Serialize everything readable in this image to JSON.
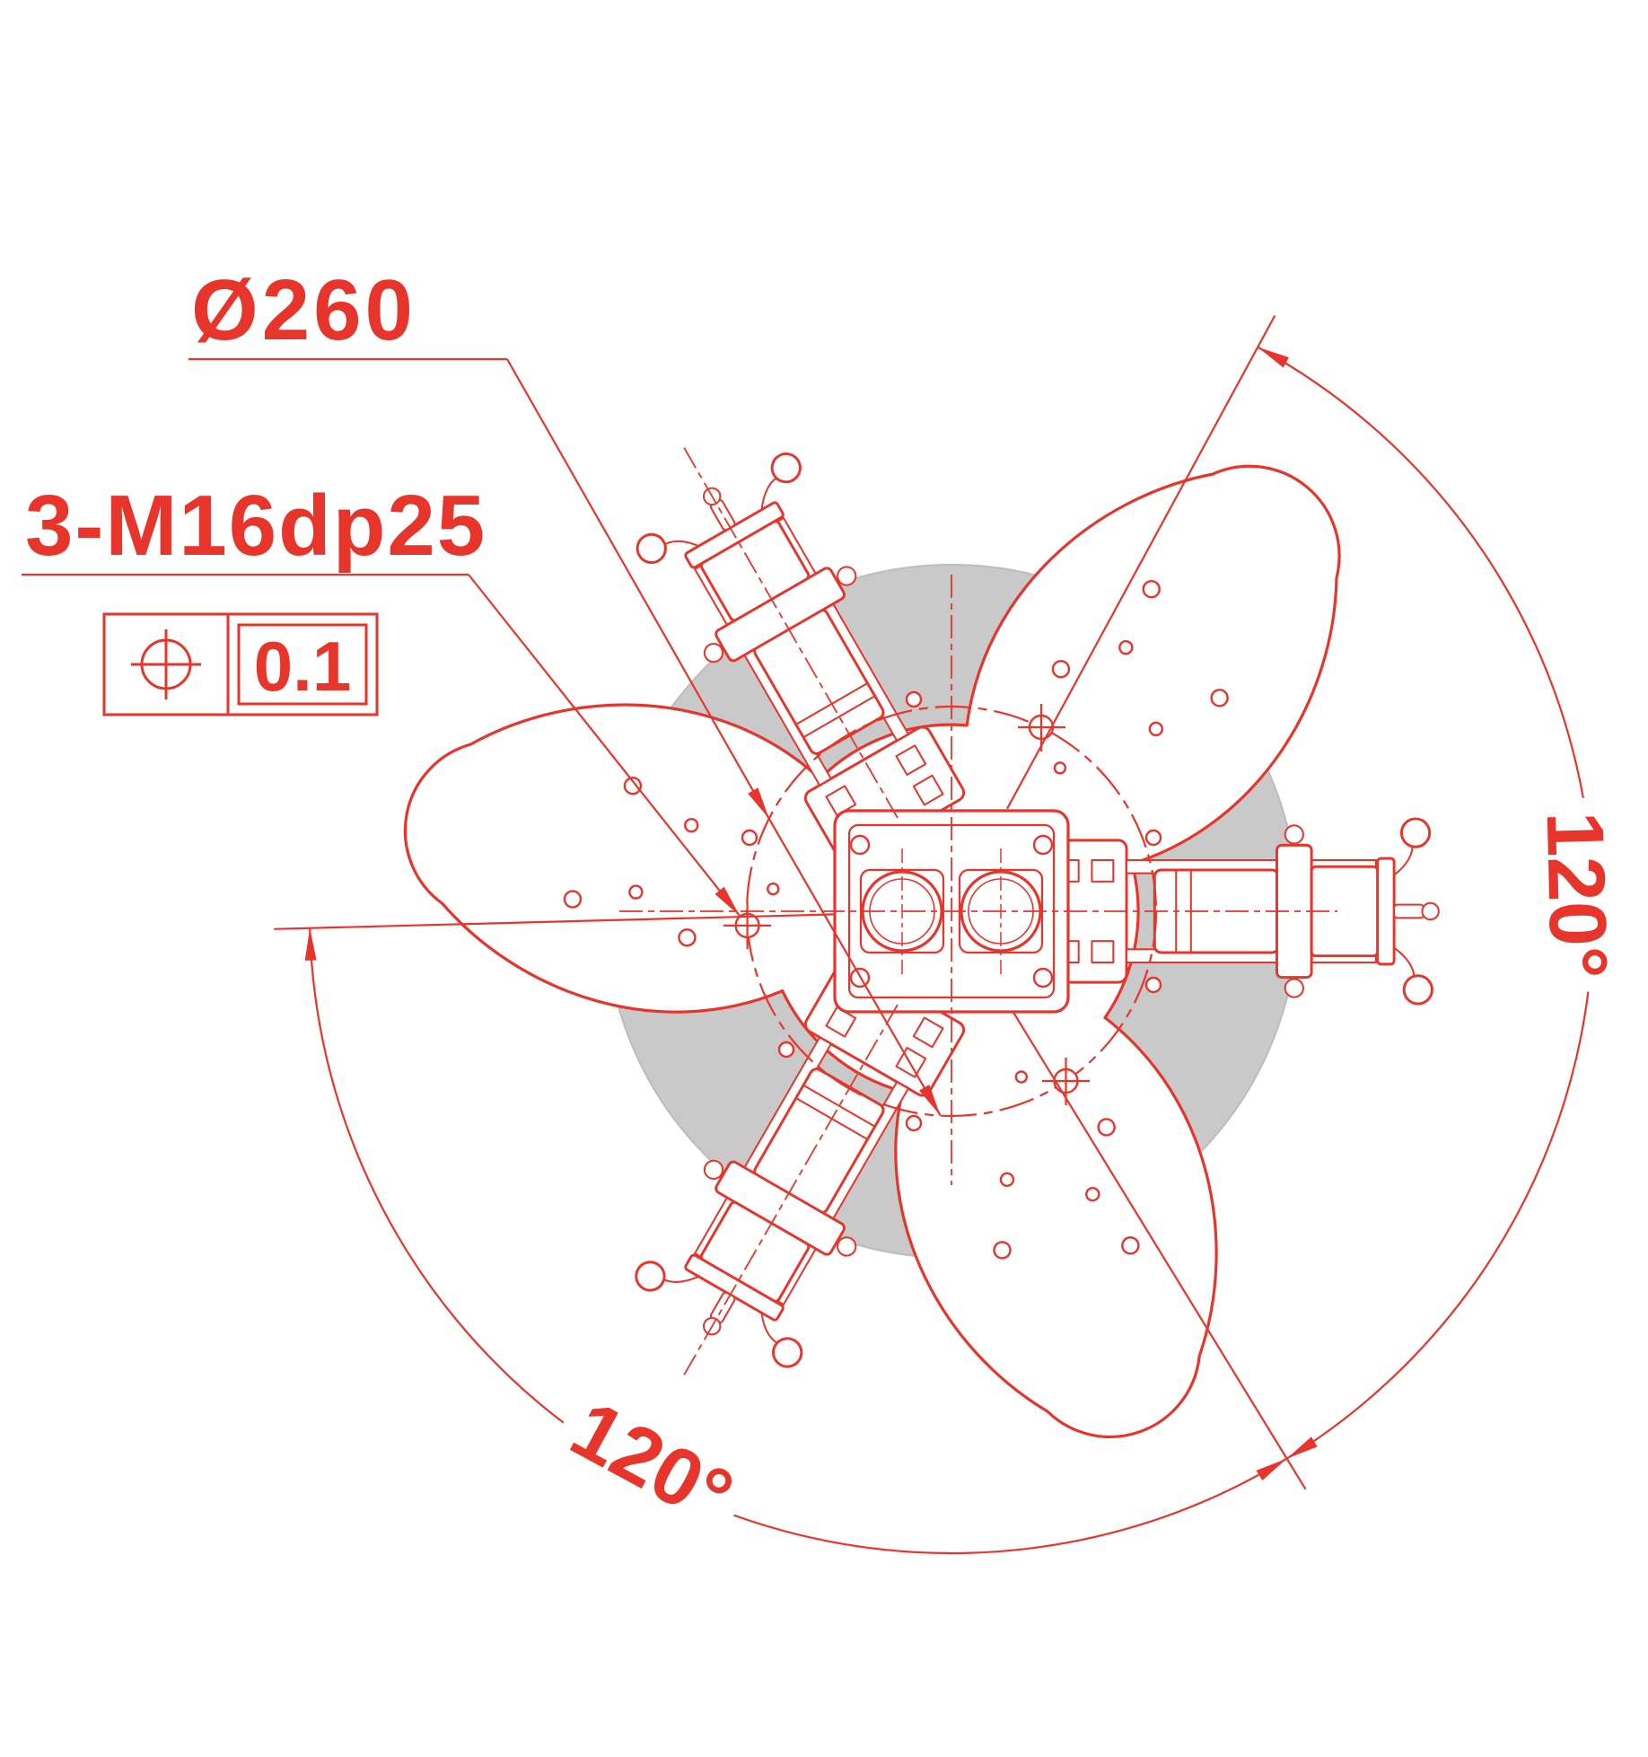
{
  "drawing": {
    "callouts": {
      "diameter": "Ø260",
      "thread": "3-M16dp25",
      "tolerance_value": "0.1",
      "tolerance_symbol": "true-position",
      "angle_right": "120°",
      "angle_bottom_left": "120°"
    },
    "colors": {
      "line_red": "#e8352c",
      "plate_gray": "#c9c9c9",
      "background": "#ffffff"
    }
  }
}
